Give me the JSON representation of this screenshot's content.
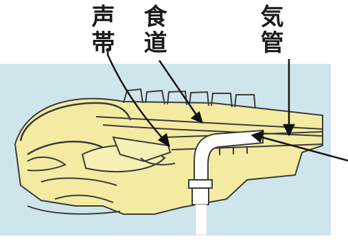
{
  "labels": {
    "vocal_cords": "声帯",
    "esophagus": "食道",
    "trachea": "気管"
  },
  "colors": {
    "background_panel": "#cfe5ec",
    "tissue": "#f3eba2",
    "outline": "#3a3a3a",
    "tube": "#ffffff",
    "label_text": "#1a1a1a"
  }
}
